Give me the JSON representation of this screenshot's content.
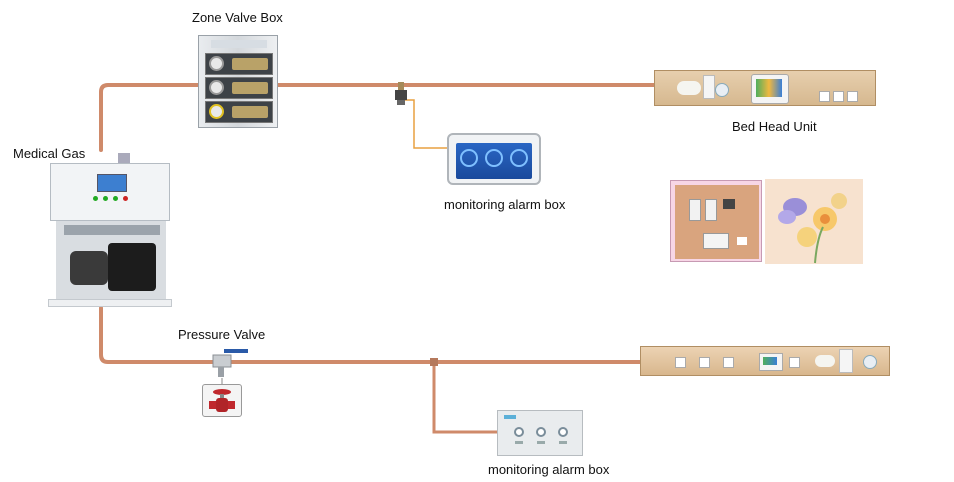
{
  "labels": {
    "zone_valve_box": "Zone Valve Box",
    "bed_head_unit": "Bed Head Unit",
    "medical_gas": "Medical Gas",
    "monitoring_alarm_box_top": "monitoring alarm box",
    "pressure_valve": "Pressure Valve",
    "monitoring_alarm_box_bottom": "monitoring alarm box"
  },
  "colors": {
    "pipe": "#d99a7a",
    "pipe_highlight": "#f0c4ad",
    "signal_line": "#e8a040",
    "background": "#ffffff"
  }
}
